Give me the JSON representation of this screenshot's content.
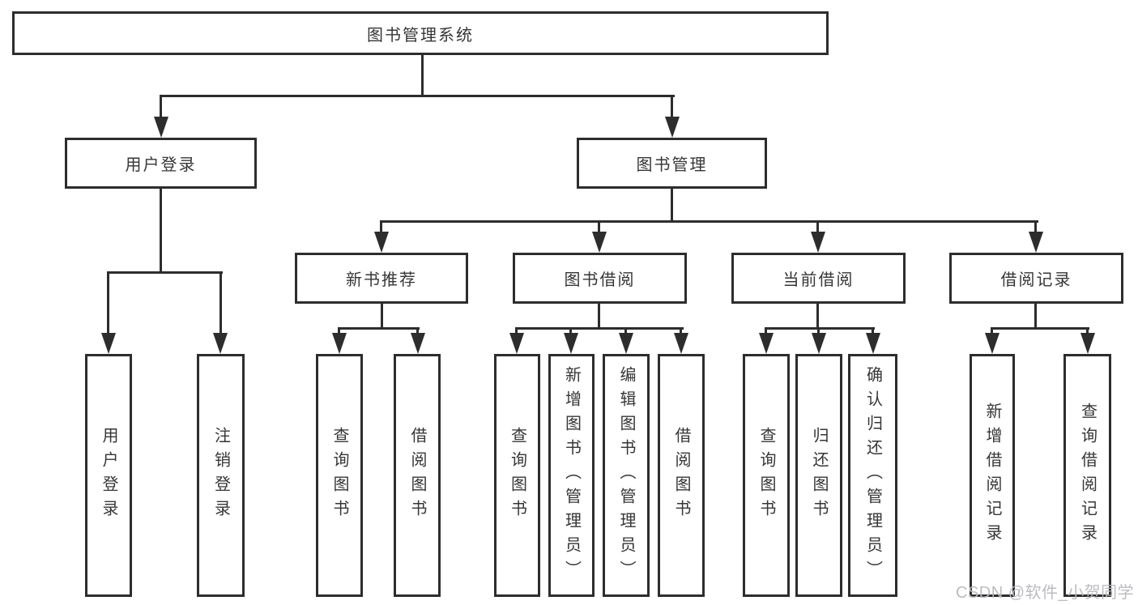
{
  "colors": {
    "line": "#2d2d2d",
    "box_border": "#2d2d2d",
    "text": "#363636",
    "background": "#ffffff",
    "watermark": "#b8b8be"
  },
  "tree": {
    "label": "图书管理系统",
    "children": [
      {
        "label": "用户登录",
        "children": [
          {
            "label": "用户登录"
          },
          {
            "label": "注销登录"
          }
        ]
      },
      {
        "label": "图书管理",
        "children": [
          {
            "label": "新书推荐",
            "children": [
              {
                "label": "查询图书"
              },
              {
                "label": "借阅图书"
              }
            ]
          },
          {
            "label": "图书借阅",
            "children": [
              {
                "label": "查询图书"
              },
              {
                "label": "新增图书（管理员）"
              },
              {
                "label": "编辑图书（管理员）"
              },
              {
                "label": "借阅图书"
              }
            ]
          },
          {
            "label": "当前借阅",
            "children": [
              {
                "label": "查询图书"
              },
              {
                "label": "归还图书"
              },
              {
                "label": "确认归还（管理员）"
              }
            ]
          },
          {
            "label": "借阅记录",
            "children": [
              {
                "label": "新增借阅记录"
              },
              {
                "label": "查询借阅记录"
              }
            ]
          }
        ]
      }
    ]
  },
  "watermark": {
    "text": "CSDN @软件_小贺同学"
  }
}
